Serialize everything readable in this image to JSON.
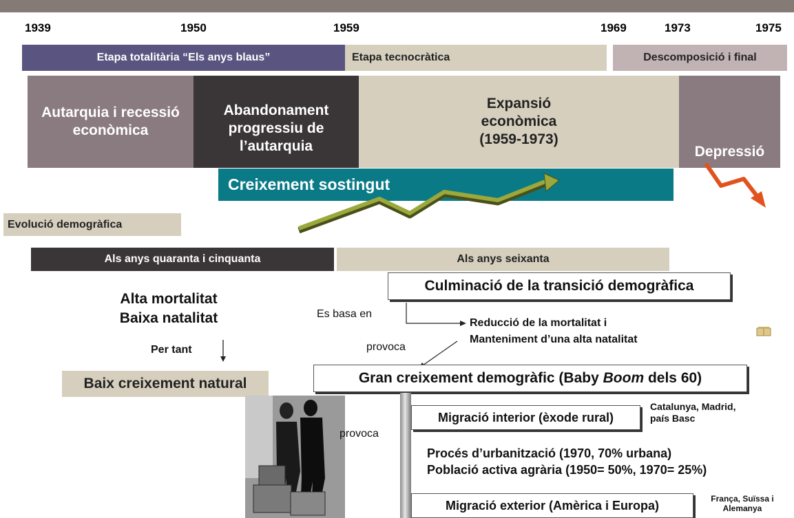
{
  "years": [
    "1939",
    "1950",
    "1959",
    "1969",
    "1973",
    "1975"
  ],
  "stages": {
    "totalitarian": "Etapa totalitària “Els anys blaus”",
    "technocratic": "Etapa tecnocràtica",
    "final": "Descomposició i final"
  },
  "periods": {
    "autarky": "Autarquia i recessió econòmica",
    "abandonment": "Abandonament progressiu de l’autarquia",
    "expansion": "Expansió econòmica (1959-1973)",
    "depression": "Depressió"
  },
  "growth_label": "Creixement sostingut",
  "demographic": {
    "title": "Evolució demogràfica",
    "forties_fifties": "Als anys quaranta i cinquanta",
    "sixties": "Als anys seixanta",
    "high_mortality": "Alta mortalitat",
    "low_birth": "Baixa natalitat",
    "therefore": "Per tant",
    "low_growth": "Baix creixement natural",
    "culmination": "Culminació de la transició demogràfica",
    "based_on": "Es basa en",
    "reduction_line1": "Reducció de la mortalitat i",
    "reduction_line2": "Manteniment d’una alta natalitat",
    "causes": "provoca",
    "boom_prefix": "Gran creixement demogràfic (Baby ",
    "boom_italic": "Boom",
    "boom_suffix": " dels 60)",
    "causes_2": "provoca",
    "internal_migration": "Migració interior (èxode rural)",
    "internal_destinations": "Catalunya, Madrid, país Basc",
    "urbanization": "Procés d’urbanització (1970, 70% urbana)",
    "active_population": "Població activa agrària (1950= 50%, 1970= 25%)",
    "external_migration": "Migració exterior (Amèrica i Europa)",
    "external_destinations": "França, Suïssa i Alemanya"
  },
  "colors": {
    "teal": "#0b7a87",
    "tan": "#d6cfbe",
    "dark": "#3a3536",
    "mauve": "#8a7b80",
    "bluegray": "#5a5481",
    "olive_arrow": "#8c9a35",
    "orange_arrow": "#e0531e"
  }
}
